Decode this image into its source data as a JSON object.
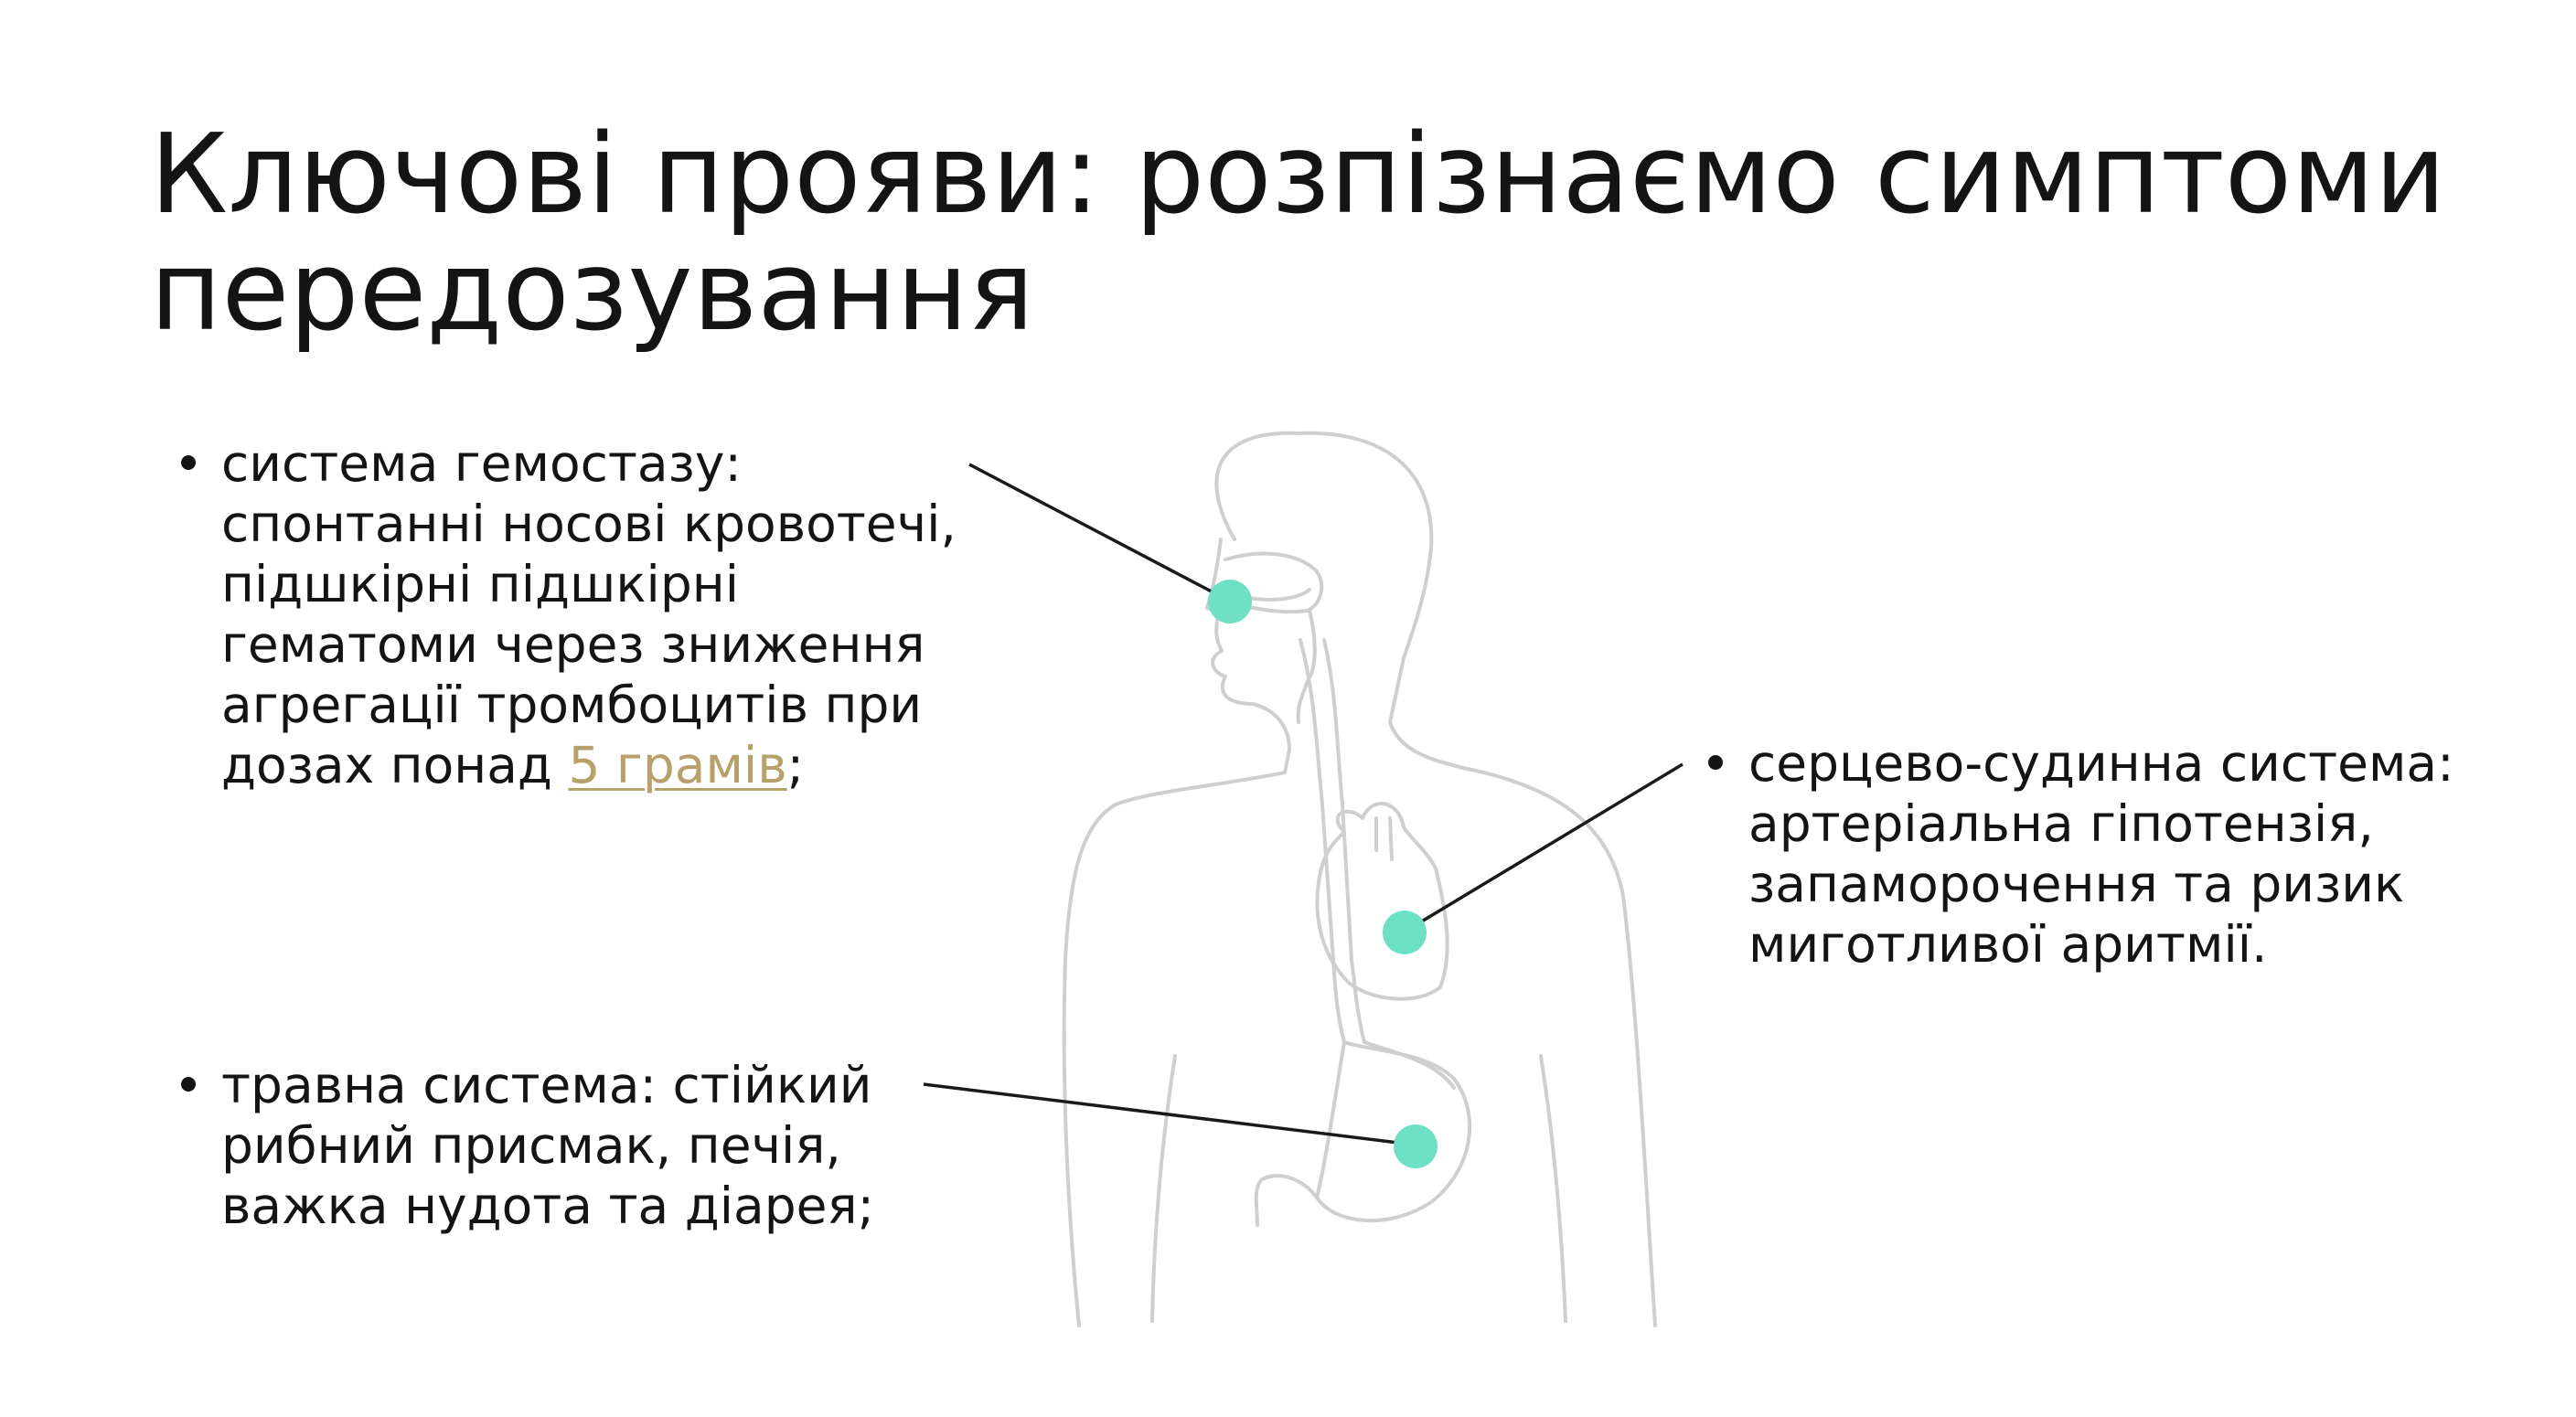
{
  "slide": {
    "title_lines": [
      "Ключові прояви: розпізнаємо симптоми",
      "передозування"
    ]
  },
  "bullets": {
    "hemostasis": {
      "lines": [
        "система гемостазу:",
        "спонтанні носові кровотечі,",
        "підшкірні підшкірні",
        "гематоми через зниження",
        "агрегації тромбоцитів при"
      ],
      "last_line_prefix": "дозах понад ",
      "link_text": "5 грамів",
      "last_line_suffix": ";"
    },
    "cardio": {
      "lines": [
        "серцево-судинна система:",
        "артеріальна гіпотензія,",
        "запаморочення та ризик",
        "миготливої аритмії."
      ]
    },
    "digestive": {
      "lines": [
        "травна система: стійкий",
        "рибний присмак, печія,",
        "важка нудота та діарея;"
      ]
    }
  },
  "colors": {
    "text": "#141414",
    "link": "#b7a06a",
    "marker": "#6ee0c6",
    "outline": "#cfcfcf",
    "leader_line": "#1a1a1a"
  }
}
